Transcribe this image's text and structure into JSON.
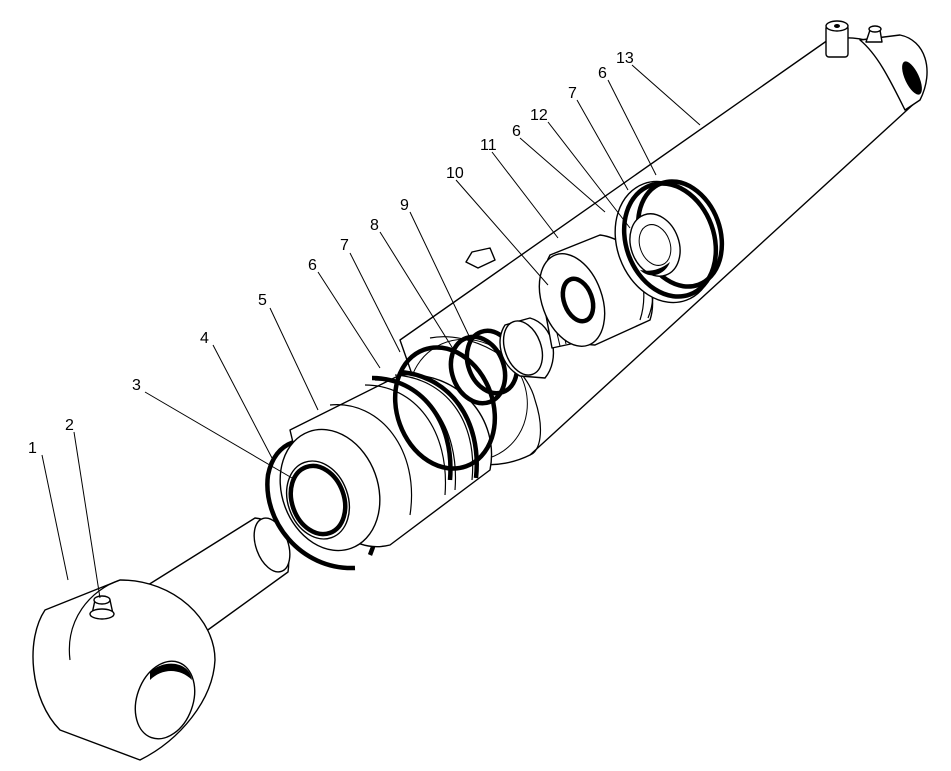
{
  "callouts": [
    {
      "id": "1",
      "text": "1"
    },
    {
      "id": "2",
      "text": "2"
    },
    {
      "id": "3",
      "text": "3"
    },
    {
      "id": "4",
      "text": "4"
    },
    {
      "id": "5",
      "text": "5"
    },
    {
      "id": "6a",
      "text": "6"
    },
    {
      "id": "7a",
      "text": "7"
    },
    {
      "id": "8",
      "text": "8"
    },
    {
      "id": "9",
      "text": "9"
    },
    {
      "id": "10",
      "text": "10"
    },
    {
      "id": "11",
      "text": "11"
    },
    {
      "id": "6b",
      "text": "6"
    },
    {
      "id": "12",
      "text": "12"
    },
    {
      "id": "7b",
      "text": "7"
    },
    {
      "id": "6c",
      "text": "6"
    },
    {
      "id": "13",
      "text": "13"
    }
  ]
}
